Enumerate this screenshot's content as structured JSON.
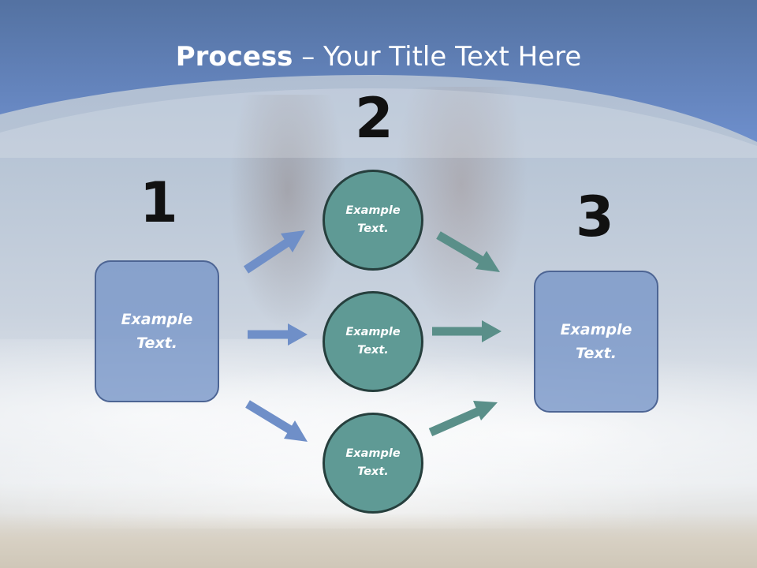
{
  "title": {
    "bold": "Process",
    "rest": " – Your Title Text Here"
  },
  "steps": {
    "one": "1",
    "two": "2",
    "three": "3"
  },
  "boxes": {
    "left": {
      "line1": "Example",
      "line2": "Text."
    },
    "right": {
      "line1": "Example",
      "line2": "Text."
    }
  },
  "circles": {
    "top": {
      "line1": "Example",
      "line2": "Text."
    },
    "middle": {
      "line1": "Example",
      "line2": "Text."
    },
    "bottom": {
      "line1": "Example",
      "line2": "Text."
    }
  },
  "colors": {
    "header_blue": "#5b7fbf",
    "box_fill": "#7e9cc9",
    "circle_fill": "#5f9a95",
    "left_arrows": "#6f8fc8",
    "right_arrows": "#5a8f89"
  }
}
